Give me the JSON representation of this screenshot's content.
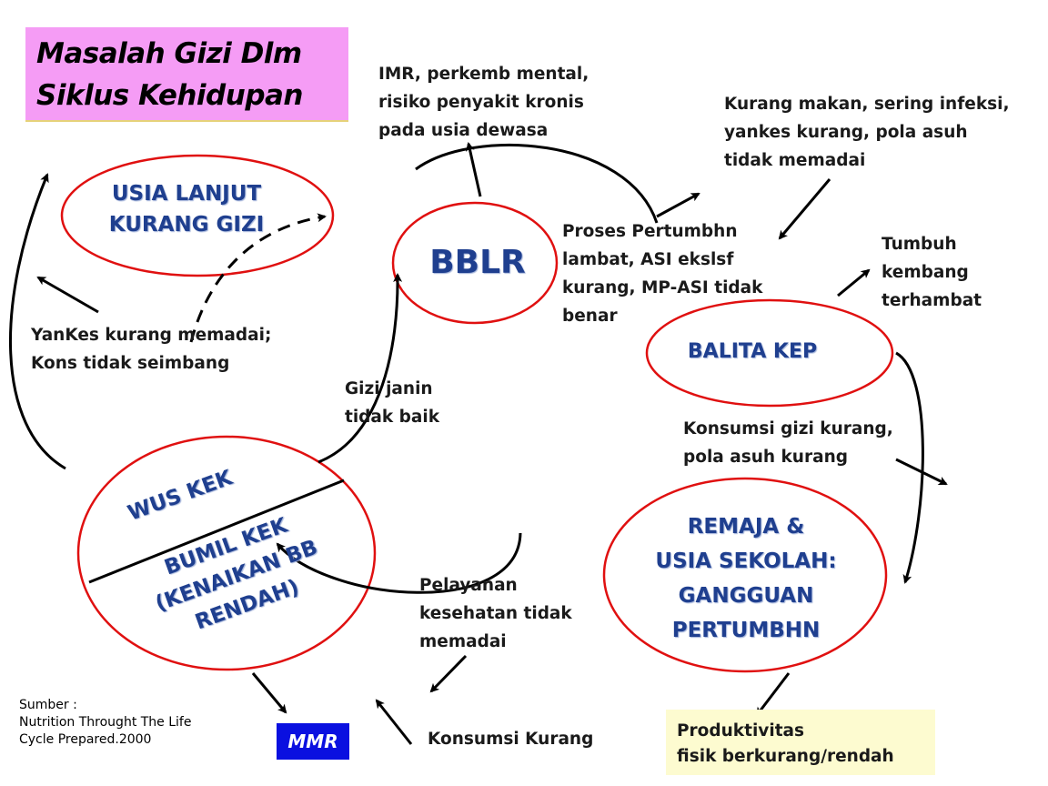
{
  "title": [
    "Masalah Gizi Dlm",
    "Siklus Kehidupan"
  ],
  "nodes": {
    "usia_lanjut": [
      "USIA LANJUT",
      "KURANG GIZI"
    ],
    "bblr": "BBLR",
    "balita": "BALITA KEP",
    "remaja": [
      "REMAJA &",
      "USIA SEKOLAH:",
      "GANGGUAN",
      "PERTUMBHN"
    ],
    "wus": "WUS KEK",
    "bumil": [
      "BUMIL KEK",
      "(KENAIKAN BB",
      "RENDAH)"
    ]
  },
  "labels": {
    "imr": [
      "IMR, perkemb mental,",
      "risiko penyakit kronis",
      "pada usia dewasa"
    ],
    "kurang_makan": [
      "Kurang makan, sering  infeksi,",
      "yankes kurang, pola asuh",
      "tidak memadai"
    ],
    "proses": [
      "Proses Pertumbhn",
      "lambat, ASI ekslsf",
      "kurang,  MP-ASI tidak",
      "benar"
    ],
    "tumbuh": [
      "Tumbuh",
      "kembang",
      "terhambat"
    ],
    "yankes": [
      "YanKes kurang memadai;",
      "Kons tidak seimbang"
    ],
    "gizi_janin": [
      "Gizi janin",
      "tidak baik"
    ],
    "konsumsi_gizi": [
      "Konsumsi gizi kurang,",
      "pola asuh kurang"
    ],
    "pelayanan": [
      "Pelayanan",
      "kesehatan tidak",
      "memadai"
    ],
    "konsumsi_kurang": "Konsumsi  Kurang",
    "produktivitas": [
      "Produktivitas",
      "fisik berkurang/rendah"
    ],
    "mmr": "MMR"
  },
  "source": [
    "Sumber :",
    "Nutrition Throught The Life",
    "Cycle Prepared.2000"
  ],
  "colors": {
    "ellipse": "#e01010",
    "node_text": "#1f3f8f",
    "title_bg": "#f59cf5",
    "mmr_bg": "#0a10e0",
    "prod_bg": "#fdfbd0"
  }
}
